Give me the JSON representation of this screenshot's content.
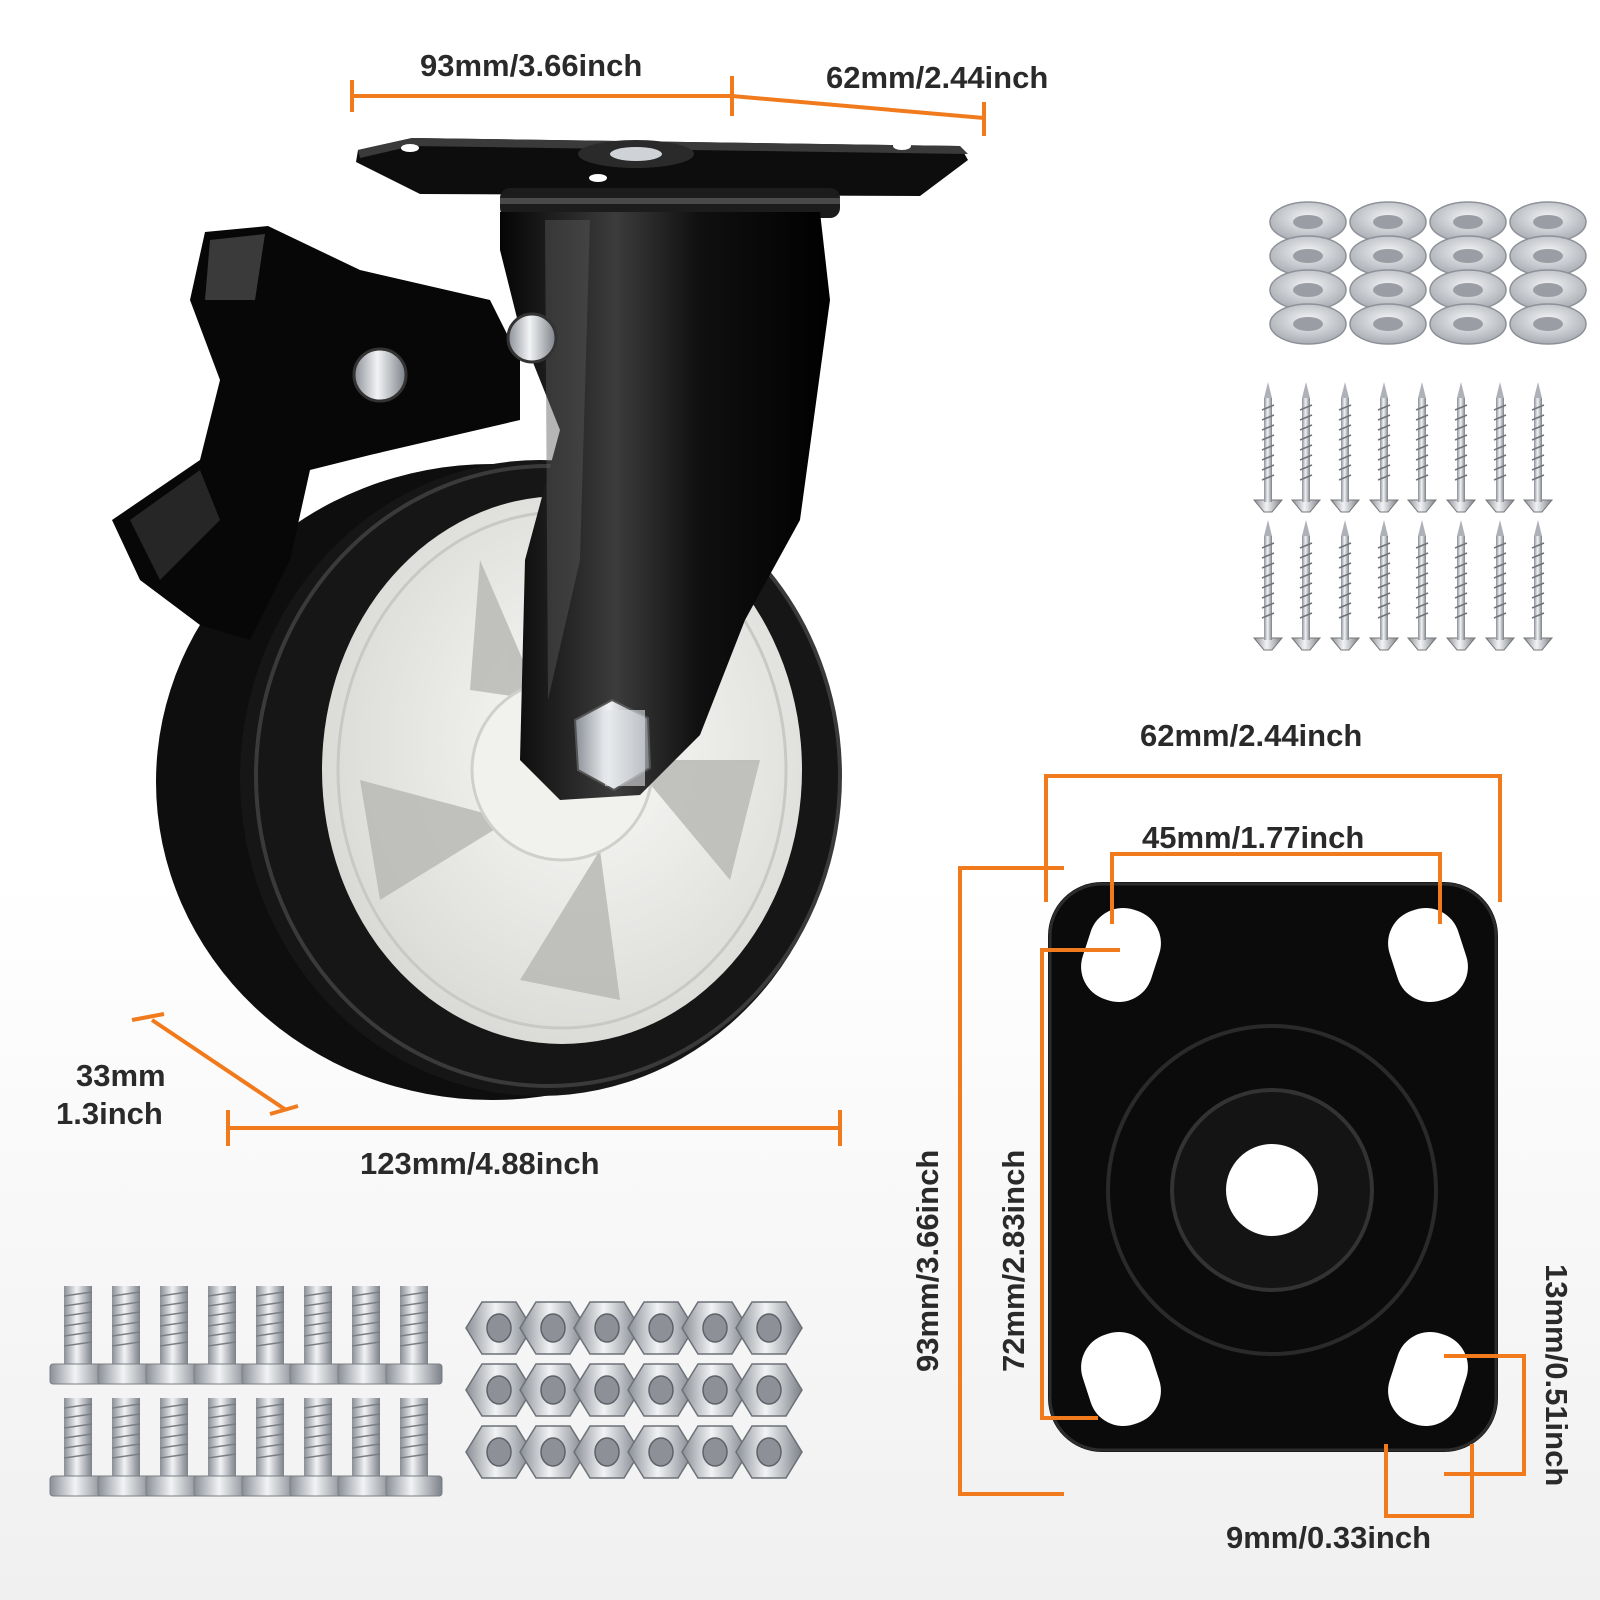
{
  "colors": {
    "dimension_line": "#f07a1c",
    "hardware": "#1a1a1a",
    "hub": "#eeeeec",
    "background": "#ffffff"
  },
  "caster_dimensions": {
    "plate_length": "93mm/3.66inch",
    "plate_width": "62mm/2.44inch",
    "wheel_width_mm": "33mm",
    "wheel_width_in": "1.3inch",
    "wheel_diameter": "123mm/4.88inch"
  },
  "plate_dimensions": {
    "width_outer": "62mm/2.44inch",
    "width_holes": "45mm/1.77inch",
    "length_outer": "93mm/3.66inch",
    "length_holes": "72mm/2.83inch",
    "slot_length": "13mm/0.51inch",
    "slot_width": "9mm/0.33inch"
  },
  "accessories": {
    "washers_count": 16,
    "screws_count": 16,
    "bolts_count": 16,
    "nuts_count": 18
  }
}
